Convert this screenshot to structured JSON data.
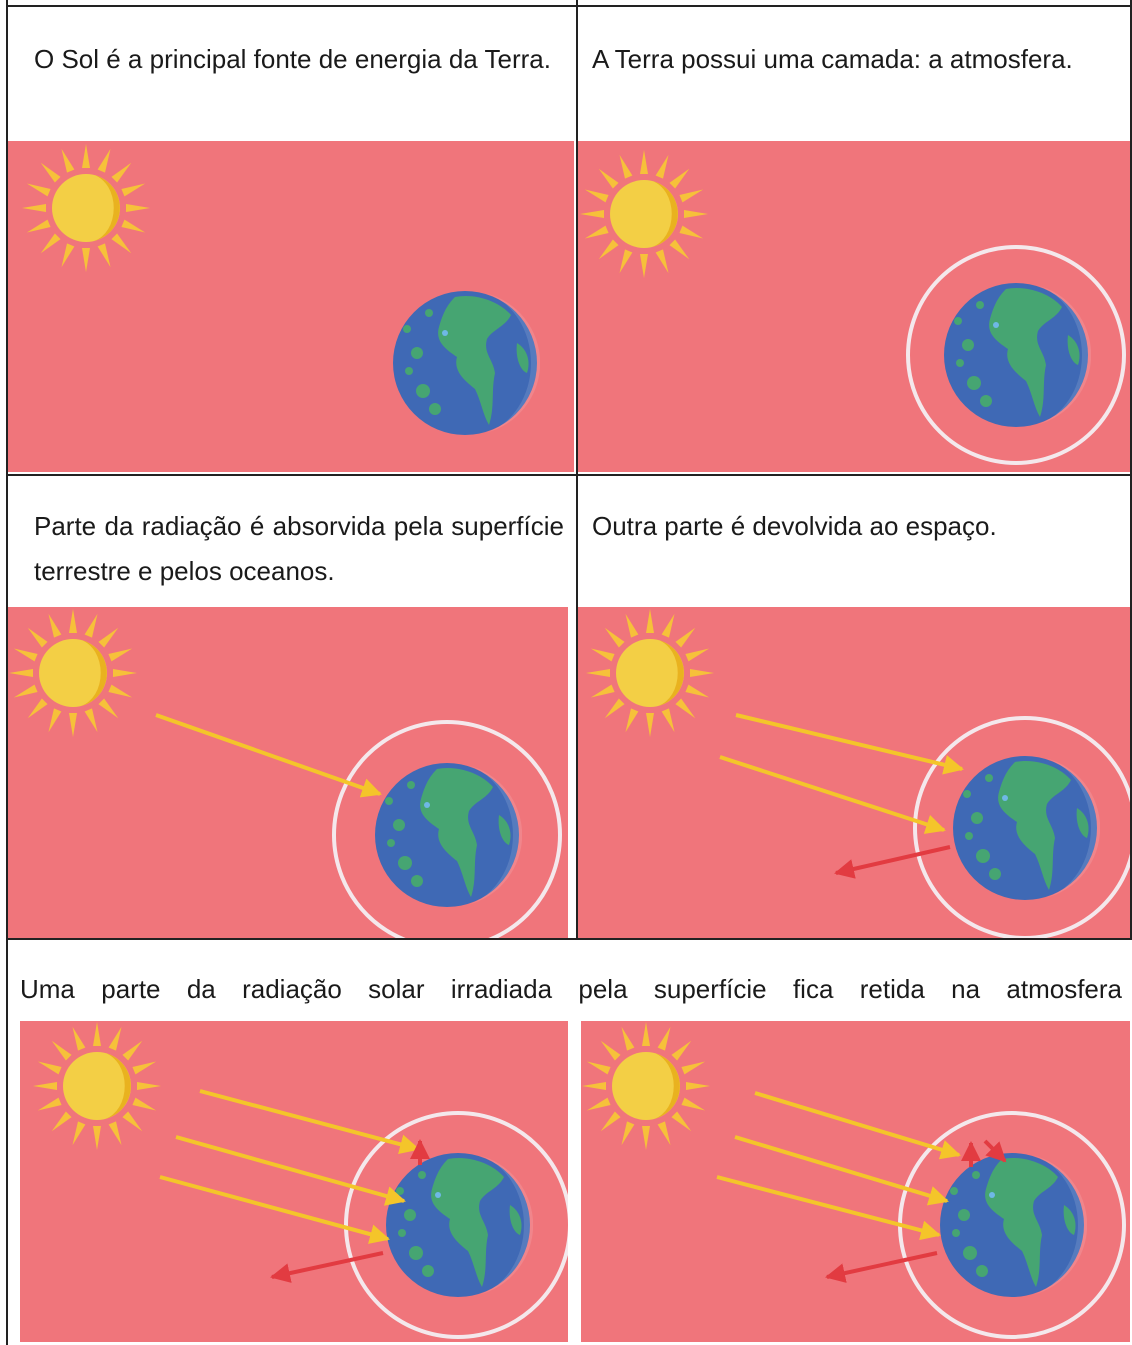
{
  "captions": {
    "sun_energy": "O Sol é a principal fonte de energia da Terra.",
    "atmosphere_layer": "A Terra possui uma camada: a atmosfera.",
    "absorbed": "Parte da radiação é absorvida pela superfície terrestre e pelos oceanos.",
    "returned": "Outra parte é devolvida ao espaço.",
    "retained": "Uma parte da radiação solar irradiada pela superfície fica retida na atmosfera"
  },
  "colors": {
    "panel_background": "#f0757b",
    "sun": "#f3c33a",
    "sun_rays": "#f6c13a",
    "ocean": "#3f69b5",
    "land": "#46a572",
    "atmosphere_ring": "#f4e8ec",
    "incoming_arrow": "#f4c52a",
    "outgoing_arrow": "#e23b41"
  },
  "illustrations": [
    {
      "id": "panel-1",
      "elements": [
        "sun-icon",
        "earth-icon"
      ]
    },
    {
      "id": "panel-2",
      "elements": [
        "sun-icon",
        "earth-icon",
        "atmosphere-ring"
      ]
    },
    {
      "id": "panel-3",
      "elements": [
        "sun-icon",
        "earth-icon",
        "atmosphere-ring",
        "incoming-arrow"
      ]
    },
    {
      "id": "panel-4",
      "elements": [
        "sun-icon",
        "earth-icon",
        "atmosphere-ring",
        "incoming-arrow",
        "incoming-arrow",
        "reflected-arrow"
      ]
    },
    {
      "id": "panel-5",
      "elements": [
        "sun-icon",
        "earth-icon",
        "atmosphere-ring",
        "incoming-arrow",
        "incoming-arrow",
        "incoming-arrow",
        "reflected-arrow",
        "retained-arrow"
      ]
    },
    {
      "id": "panel-6",
      "elements": [
        "sun-icon",
        "earth-icon",
        "atmosphere-ring",
        "incoming-arrow",
        "incoming-arrow",
        "incoming-arrow",
        "reflected-arrow",
        "retained-arrow",
        "retained-arrow"
      ]
    }
  ]
}
